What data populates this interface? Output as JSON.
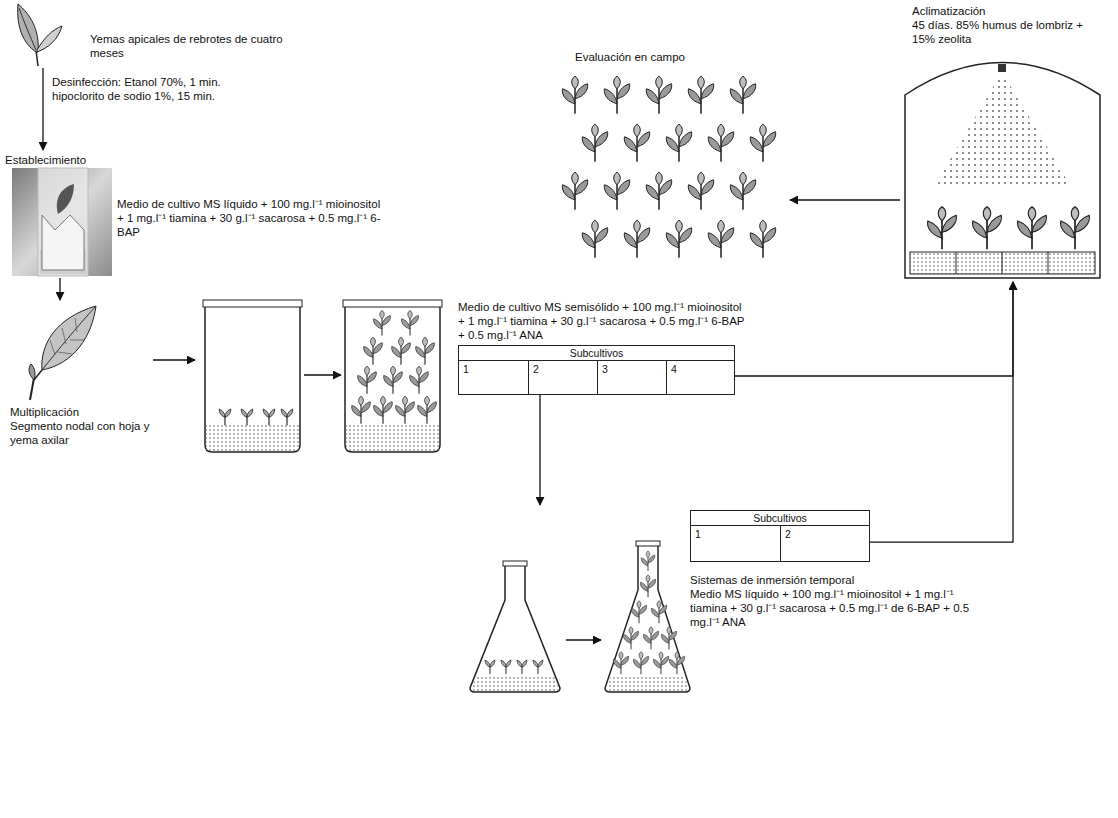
{
  "diagram": {
    "nodes": [
      {
        "text": [
          "Yemas apicales de rebrotes de cuatro meses"
        ]
      },
      {
        "text": [
          "Establecimiento",
          "Medio de cultivo MS líquido + 100 mg.l⁻¹ mioinositol + 1 mg.l⁻¹ tiamina + 30 g.l⁻¹ sacarosa + 0.5 mg.l⁻¹ 6-BAP"
        ]
      },
      {
        "text": [
          "Multiplicación",
          "Segmento nodal con hoja y yema axilar"
        ]
      },
      {
        "text": [
          "Medio de cultivo MS semisólido + 100 mg.l⁻¹ mioinositol + 1 mg.l⁻¹ tiamina + 30 g.l⁻¹ sacarosa + 0.5 mg.l⁻¹ 6-BAP + 0.5 mg.l⁻¹ ANA"
        ]
      },
      {
        "text": [
          "Subcultivos"
        ],
        "in": 3
      },
      {
        "text": [
          "1"
        ],
        "in": 4
      },
      {
        "text": [
          "2"
        ],
        "in": 4
      },
      {
        "text": [
          "3"
        ],
        "in": 4
      },
      {
        "text": [
          "4"
        ],
        "in": 4
      },
      {
        "text": [
          "Sistemas de inmersión temporal",
          "Medio MS líquido + 100 mg.l⁻¹ mioinositol + 1 mg.l⁻¹ tiamina + 30 g.l⁻¹ sacarosa + 0.5 mg.l⁻¹ de 6-BAP + 0.5 mg.l⁻¹ ANA"
        ]
      },
      {
        "text": [
          "Subcultivos"
        ],
        "in": 9
      },
      {
        "text": [
          "1"
        ],
        "in": 10
      },
      {
        "text": [
          "2"
        ],
        "in": 10
      },
      {
        "text": [
          "Aclimatización",
          "45 días. 85% humus de lombriz + 15% zeolita"
        ]
      },
      {
        "text": [
          "Evaluación en campo"
        ]
      }
    ],
    "edges": [
      {
        "from": 0,
        "to": 1,
        "arrow": "to",
        "label": "Desinfección: Etanol 70%, 1 min. hipoclorito de sodio 1%, 15 min."
      },
      {
        "from": 1,
        "to": 2,
        "arrow": "to"
      },
      {
        "from": 2,
        "to": 3,
        "arrow": "to"
      },
      {
        "from": 6,
        "to": 9,
        "arrow": "to"
      },
      {
        "from": 4,
        "to": 13,
        "arrow": "to"
      },
      {
        "from": 10,
        "to": 13,
        "arrow": "to"
      },
      {
        "from": 13,
        "to": 14,
        "arrow": "to"
      }
    ]
  }
}
